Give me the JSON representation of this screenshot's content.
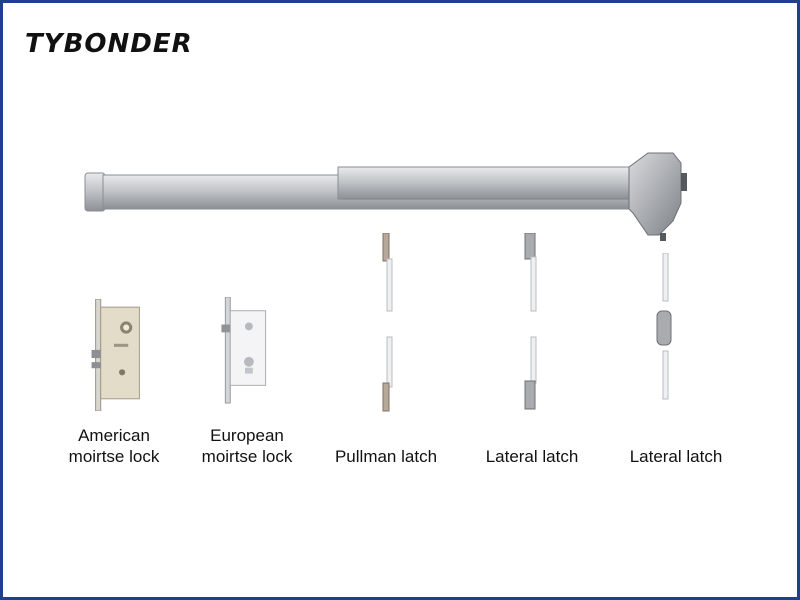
{
  "brand": {
    "name": "TYBONDER"
  },
  "product": {
    "name": "panic-exit-bar"
  },
  "items": [
    {
      "label_line1": "American",
      "label_line2": "moirtse lock"
    },
    {
      "label_line1": "European",
      "label_line2": "moirtse lock"
    },
    {
      "label_line1": "Pullman latch",
      "label_line2": ""
    },
    {
      "label_line1": "Lateral latch",
      "label_line2": ""
    },
    {
      "label_line1": "Lateral latch",
      "label_line2": ""
    }
  ],
  "colors": {
    "border": "#1f3f8f",
    "metal": "#c9ccd0",
    "text": "#111111"
  }
}
